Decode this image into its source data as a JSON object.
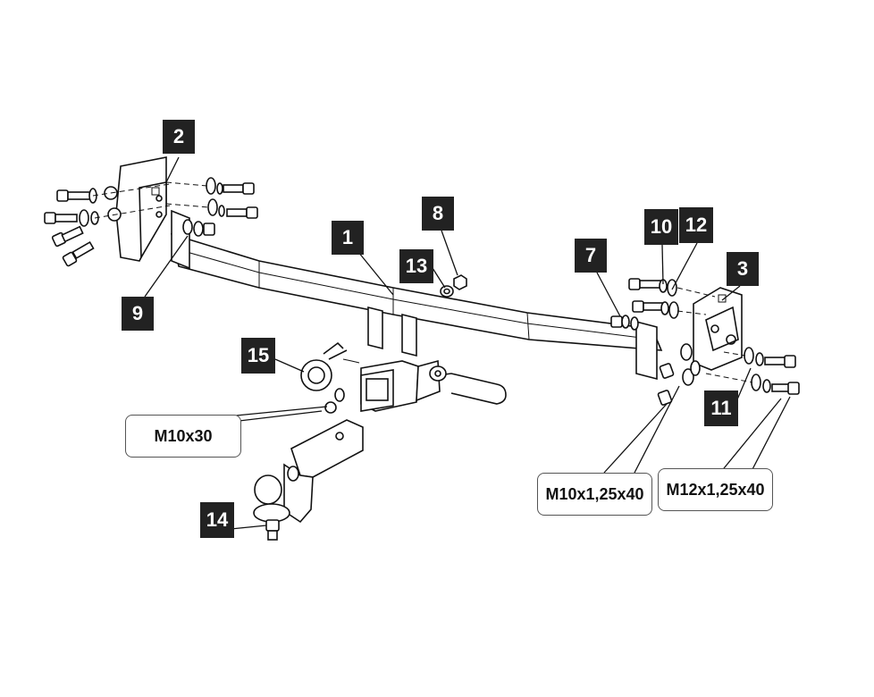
{
  "callouts": [
    "1",
    "2",
    "3",
    "7",
    "8",
    "9",
    "10",
    "11",
    "12",
    "13",
    "14",
    "15"
  ],
  "specs": {
    "m10x30": "M10x30",
    "m10x125x40": "M10x1,25x40",
    "m12x125x40": "M12x1,25x40"
  },
  "colors": {
    "badge_bg": "#222222",
    "badge_text": "#ffffff",
    "line": "#111111"
  }
}
